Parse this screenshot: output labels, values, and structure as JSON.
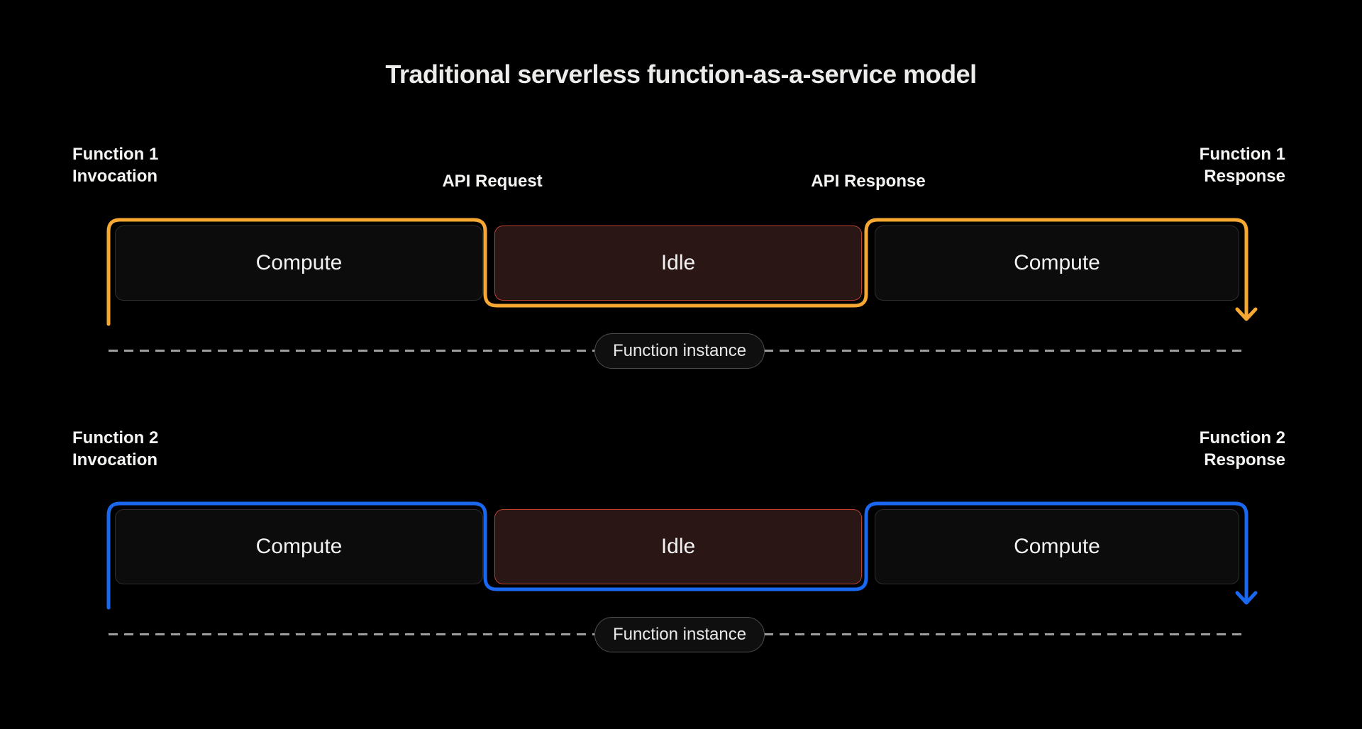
{
  "title": "Traditional serverless function-as-a-service model",
  "colors": {
    "background": "#000000",
    "function1_flow_accent": "#F6A832",
    "function2_flow_accent": "#1A68F0",
    "compute_fill": "#0C0C0C",
    "compute_border": "#2E2E2E",
    "idle_fill": "#2B1616",
    "idle_border": "#BB4430",
    "dashed_line": "#9E9E9E",
    "pill_border": "#4D4D4D",
    "text": "#F4F4F2"
  },
  "rows": [
    {
      "id": "function-1",
      "accent_color": "#F6A832",
      "invocation_line1": "Function 1",
      "invocation_line2": "Invocation",
      "api_request_label": "API Request",
      "api_response_label": "API Response",
      "response_line1": "Function 1",
      "response_line2": "Response",
      "blocks": [
        {
          "label": "Compute",
          "state": "compute"
        },
        {
          "label": "Idle",
          "state": "idle"
        },
        {
          "label": "Compute",
          "state": "compute"
        }
      ],
      "instance_label": "Function instance"
    },
    {
      "id": "function-2",
      "accent_color": "#1A68F0",
      "invocation_line1": "Function 2",
      "invocation_line2": "Invocation",
      "response_line1": "Function 2",
      "response_line2": "Response",
      "blocks": [
        {
          "label": "Compute",
          "state": "compute"
        },
        {
          "label": "Idle",
          "state": "idle"
        },
        {
          "label": "Compute",
          "state": "compute"
        }
      ],
      "instance_label": "Function instance"
    }
  ]
}
